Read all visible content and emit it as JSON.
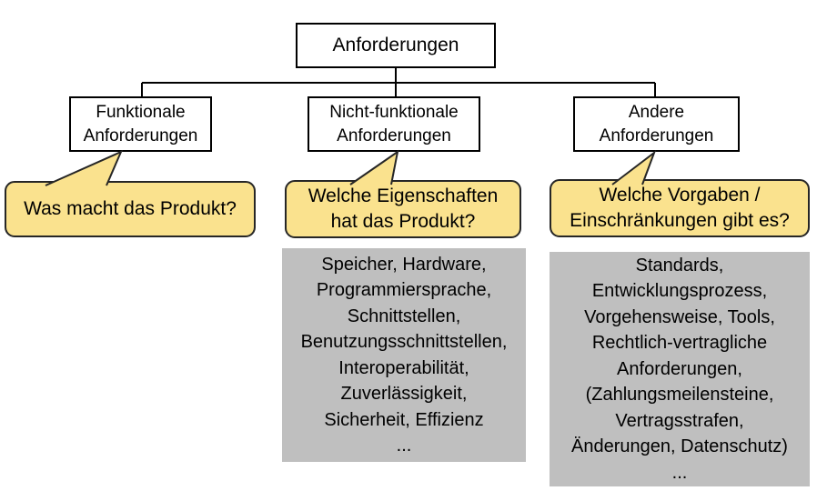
{
  "colors": {
    "callout_fill": "#fae28e",
    "callout_border": "#262626",
    "panel_fill": "#bfbfbf",
    "box_border": "#000000",
    "connector": "#000000"
  },
  "tree": {
    "root": {
      "label": "Anforderungen"
    },
    "branches": [
      {
        "title": "Funktionale\nAnforderungen",
        "question": "Was macht das Produkt?"
      },
      {
        "title": "Nicht-funktionale\nAnforderungen",
        "question": "Welche Eigenschaften\nhat das Produkt?",
        "details": "Speicher, Hardware,\nProgrammiersprache,\nSchnittstellen,\nBenutzungsschnittstellen,\nInteroperabilität,\nZuverlässigkeit,\nSicherheit, Effizienz\n..."
      },
      {
        "title": "Andere\nAnforderungen",
        "question": "Welche Vorgaben /\nEinschränkungen gibt es?",
        "details": "Standards,\nEntwicklungsprozess,\nVorgehensweise, Tools,\nRechtlich-vertragliche\nAnforderungen,\n(Zahlungsmeilensteine,\nVertragsstrafen,\nÄnderungen, Datenschutz)\n..."
      }
    ]
  }
}
